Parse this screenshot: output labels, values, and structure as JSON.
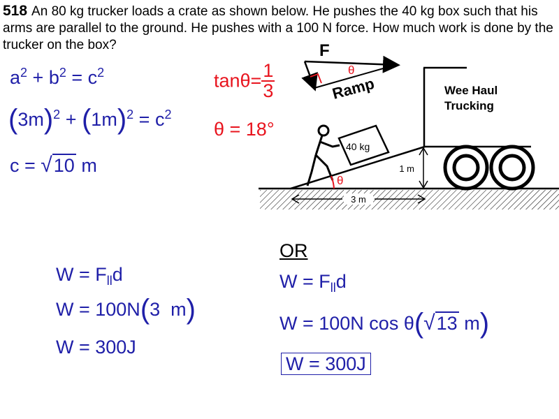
{
  "problem": {
    "number": "518",
    "text": "An 80 kg trucker loads a crate as shown below. He pushes the 40 kg box such that his arms are parallel to the ground. He pushes with a 100 N force. How much work is done by the trucker on the box?"
  },
  "left_work": {
    "pyth_a": "a",
    "pyth_b": "b",
    "pyth_c": "c",
    "exp": "2",
    "sub_line": {
      "term1": "3m",
      "term2": "1m",
      "rhs": "c",
      "exp": "2"
    },
    "c_result": {
      "lhs": "c",
      "radicand": "10",
      "unit": "m"
    }
  },
  "red_work": {
    "tan_label": "tanθ=",
    "tan_num": "1",
    "tan_den": "3",
    "theta_result": "θ = 18°"
  },
  "diagram": {
    "force_label": "F",
    "theta_top": "θ",
    "ramp_label": "Ramp",
    "truck_text_1": "Wee Haul",
    "truck_text_2": "Trucking",
    "box_label": "40 kg",
    "height_label": "1 m",
    "base_label": "3 m",
    "theta_bottom": "θ",
    "colors": {
      "red": "#e8141e",
      "ink": "#000000"
    }
  },
  "solution_left": {
    "line1_lhs": "W = F",
    "line1_sub": "ll",
    "line1_rhs": "d",
    "line2_lhs": "W = 100N",
    "line2_paren": "3  m",
    "line3": "W = 300J"
  },
  "solution_right": {
    "or_label": "OR",
    "line1_lhs": "W = F",
    "line1_sub": "ll",
    "line1_rhs": "d",
    "line2_lhs": "W = 100N cos θ",
    "line2_radicand": "13",
    "line2_unit": "m",
    "line3": "W = 300J"
  }
}
